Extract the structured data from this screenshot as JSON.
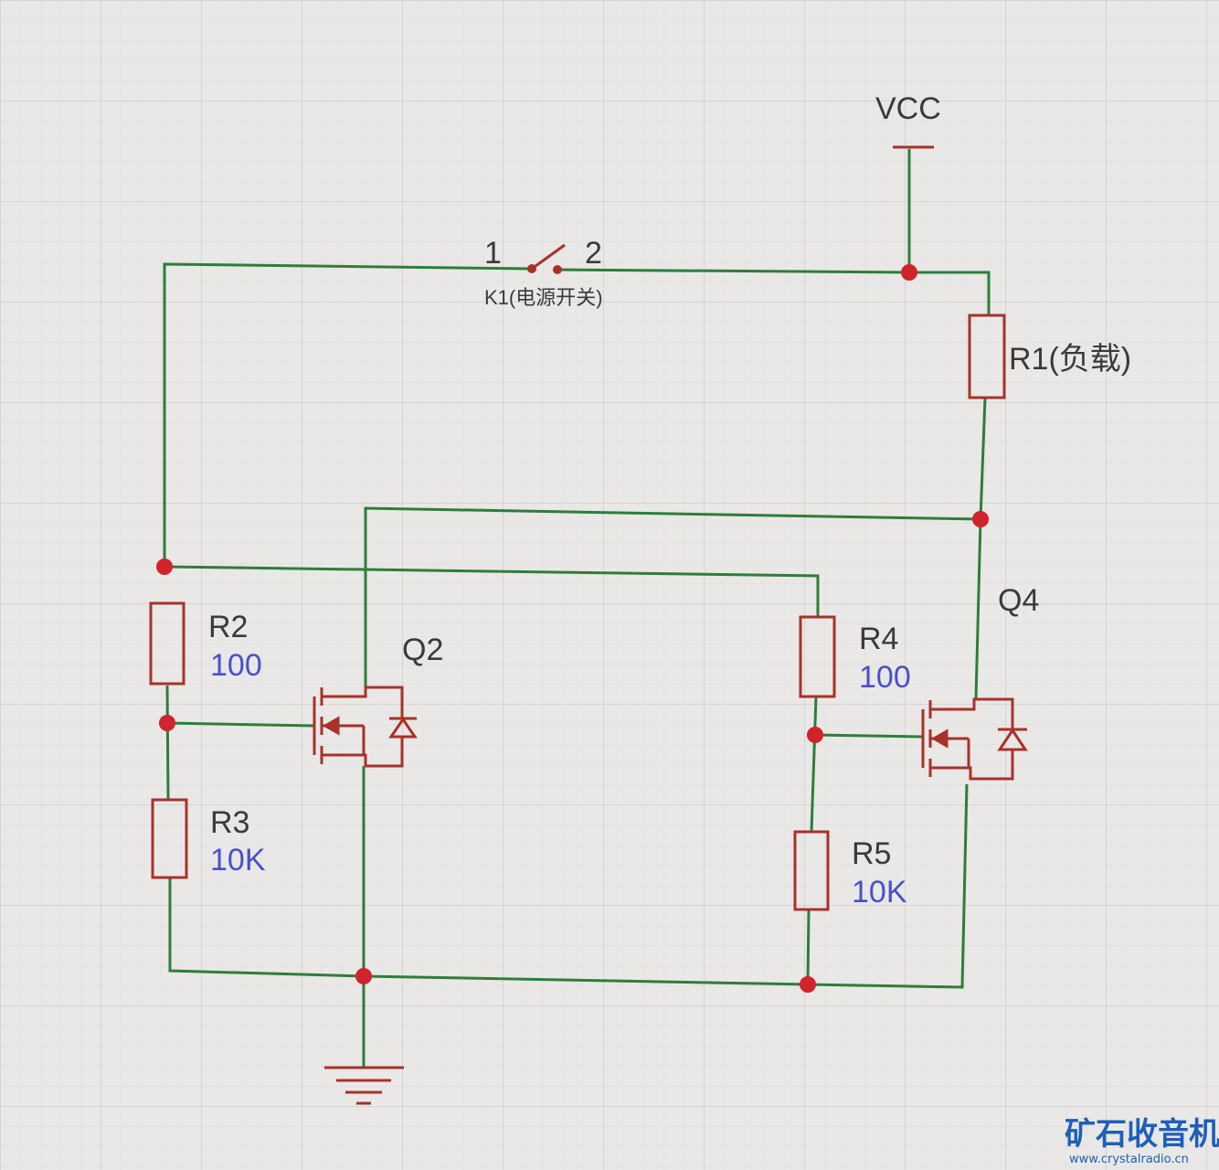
{
  "power": {
    "vcc_label": "VCC"
  },
  "switch": {
    "pin1": "1",
    "pin2": "2",
    "label": "K1(电源开关)"
  },
  "resistors": {
    "r1": {
      "label": "R1(负载)"
    },
    "r2": {
      "label": "R2",
      "value": "100"
    },
    "r3": {
      "label": "R3",
      "value": "10K"
    },
    "r4": {
      "label": "R4",
      "value": "100"
    },
    "r5": {
      "label": "R5",
      "value": "10K"
    }
  },
  "transistors": {
    "q2": {
      "label": "Q2"
    },
    "q4": {
      "label": "Q4"
    }
  },
  "watermark": {
    "brand": "矿石收音机",
    "url": "www.crystalradio.cn"
  },
  "colors": {
    "wire": "#2f7d3a",
    "component": "#a8322a",
    "junction": "#d0232b",
    "value_text": "#4a50c8",
    "grid_major": "#c9c9c9",
    "grid_minor": "#dcdcdb"
  }
}
